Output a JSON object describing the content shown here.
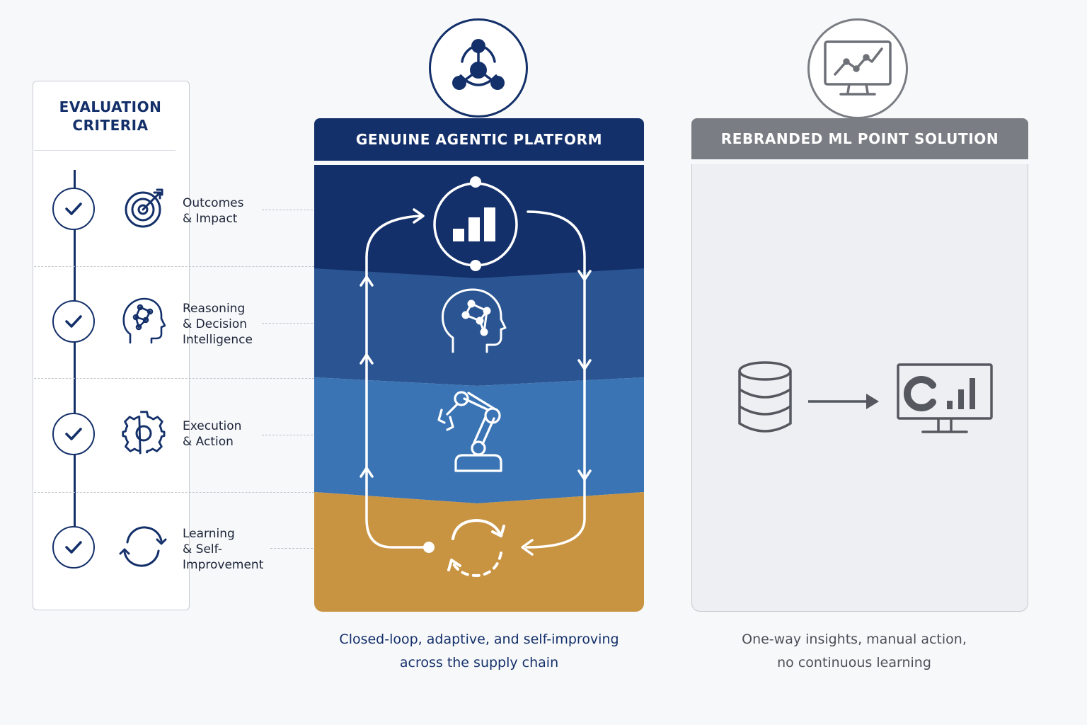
{
  "criteria": {
    "title": "EVALUATION\nCRITERIA",
    "items": [
      {
        "label": "Outcomes\n& Impact",
        "icon": "target-icon"
      },
      {
        "label": "Reasoning\n& Decision\nIntelligence",
        "icon": "brain-network-icon"
      },
      {
        "label": "Execution\n& Action",
        "icon": "gear-icon"
      },
      {
        "label": "Learning\n& Self-\nImprovement",
        "icon": "refresh-cycle-icon"
      }
    ]
  },
  "agentic": {
    "title": "GENUINE AGENTIC PLATFORM",
    "caption": "Closed-loop, adaptive, and self-improving\nacross the supply chain",
    "badge_icon": "agent-network-icon",
    "layer_icons": [
      "bar-chart-icon",
      "brain-icon",
      "robot-arm-icon",
      "cycle-icon"
    ],
    "colors": {
      "navy": "#14306a",
      "layer2": "#2a5592",
      "layer3": "#3b74b4",
      "gold": "#c99442"
    }
  },
  "ml": {
    "title": "REBRANDED ML POINT SOLUTION",
    "caption": "One-way insights, manual action,\nno continuous learning",
    "badge_icon": "monitor-line-chart-icon",
    "flow_icons": [
      "database-icon",
      "arrow-right-icon",
      "dashboard-monitor-icon"
    ],
    "colors": {
      "header": "#7a7d83",
      "body": "#eeeff2"
    }
  }
}
